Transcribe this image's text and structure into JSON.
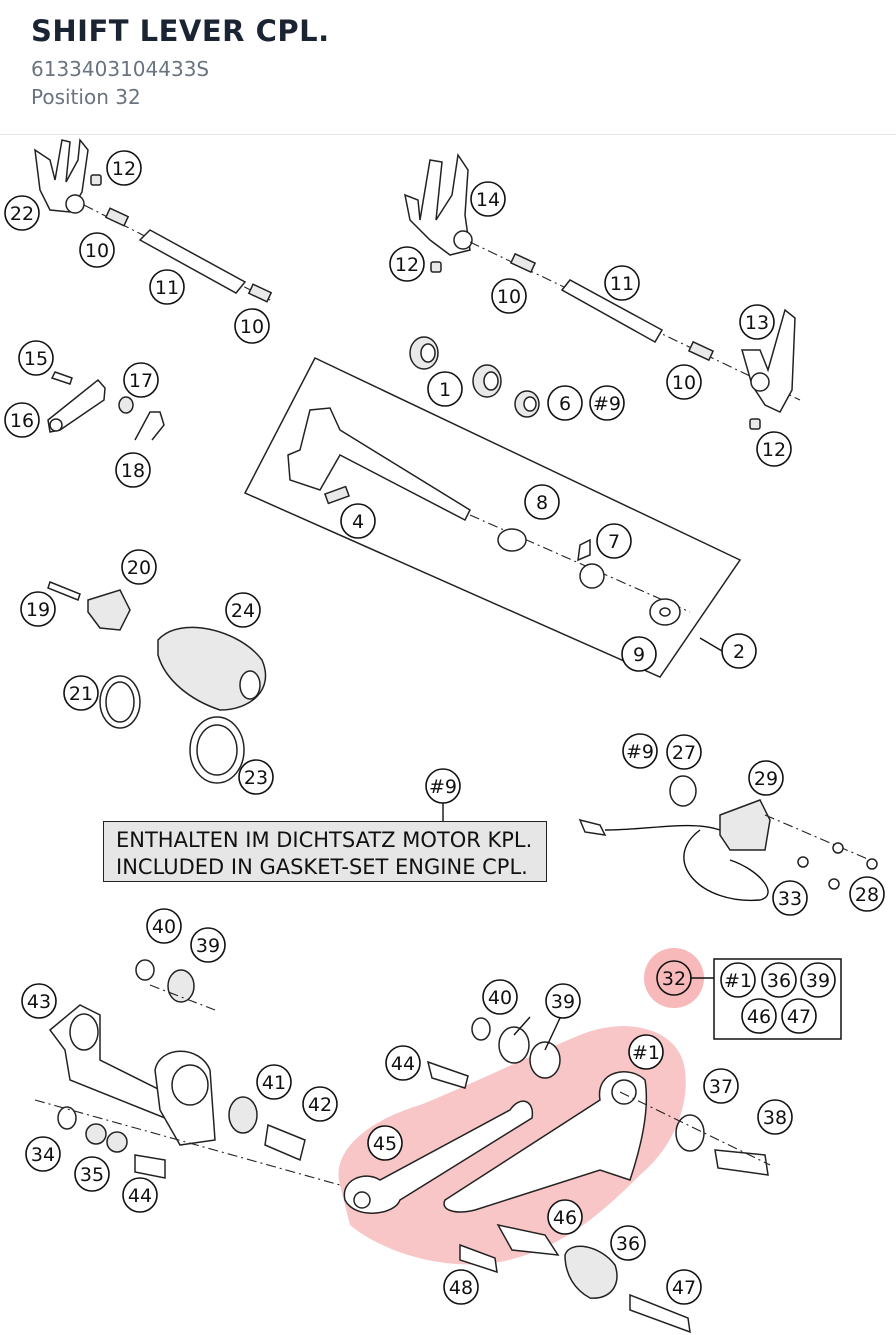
{
  "header": {
    "title": "SHIFT LEVER CPL.",
    "part_number": "6133403104433S",
    "position": "Position 32"
  },
  "note": {
    "ref": "#9",
    "line_de": "ENTHALTEN IM DICHTSATZ MOTOR KPL.",
    "line_en": "INCLUDED IN GASKET-SET ENGINE CPL."
  },
  "callouts": {
    "c22": "22",
    "c12a": "12",
    "c10a": "10",
    "c11a": "11",
    "c10b": "10",
    "c14": "14",
    "c12b": "12",
    "c10c": "10",
    "c11b": "11",
    "c13": "13",
    "c10d": "10",
    "c12c": "12",
    "c15": "15",
    "c16": "16",
    "c17": "17",
    "c18": "18",
    "c1": "1",
    "c6": "6",
    "c9a": "#9",
    "c4": "4",
    "c8": "8",
    "c7": "7",
    "c9": "9",
    "c2": "2",
    "c19": "19",
    "c20": "20",
    "c24": "24",
    "c21": "21",
    "c23": "23",
    "c9b": "#9",
    "c27": "27",
    "c29": "29",
    "c33": "33",
    "c28": "28",
    "c9c": "#9",
    "c40a": "40",
    "c39a": "39",
    "c43": "43",
    "c41": "41",
    "c42": "42",
    "c34": "34",
    "c35": "35",
    "c44a": "44",
    "c40b": "40",
    "c39b": "39",
    "c44b": "44",
    "c45": "45",
    "c1b": "#1",
    "c37": "37",
    "c38": "38",
    "c46": "46",
    "c36": "36",
    "c47": "47",
    "c48": "48",
    "c32": "32",
    "k1": "#1",
    "k36": "36",
    "k39": "39",
    "k46": "46",
    "k47": "47"
  },
  "highlight": {
    "color": "#f08080",
    "selected_position": "32"
  }
}
